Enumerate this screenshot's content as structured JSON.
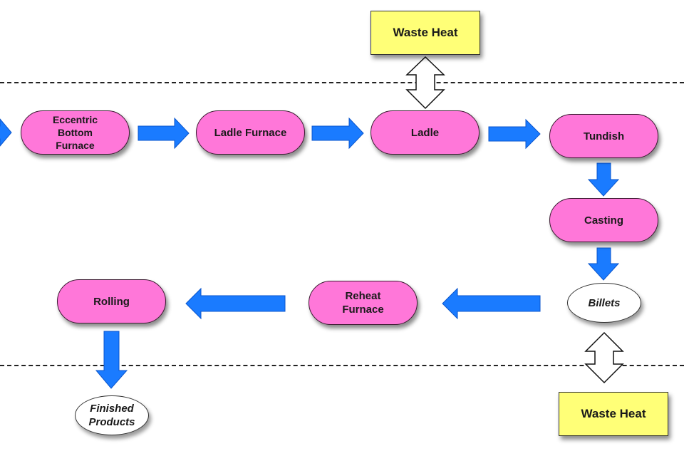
{
  "diagram": {
    "colors": {
      "process": "#ff77d9",
      "output": "#ffff77",
      "product": "#ffffff",
      "arrow": "#1a7bff"
    },
    "nodes": {
      "ebf": "Eccentric\nBottom\nFurnace",
      "ladle_furnace": "Ladle Furnace",
      "ladle": "Ladle",
      "tundish": "Tundish",
      "casting": "Casting",
      "billets": "Billets",
      "reheat_furnace": "Reheat\nFurnace",
      "rolling": "Rolling",
      "finished_products": "Finished\nProducts",
      "waste_heat_top": "Waste Heat",
      "waste_heat_bottom": "Waste Heat"
    },
    "flow": [
      [
        "ebf",
        "ladle_furnace"
      ],
      [
        "ladle_furnace",
        "ladle"
      ],
      [
        "ladle",
        "tundish"
      ],
      [
        "tundish",
        "casting"
      ],
      [
        "casting",
        "billets"
      ],
      [
        "billets",
        "reheat_furnace"
      ],
      [
        "reheat_furnace",
        "rolling"
      ],
      [
        "rolling",
        "finished_products"
      ]
    ],
    "exchanges": [
      [
        "ladle",
        "waste_heat_top"
      ],
      [
        "billets",
        "waste_heat_bottom"
      ]
    ]
  }
}
